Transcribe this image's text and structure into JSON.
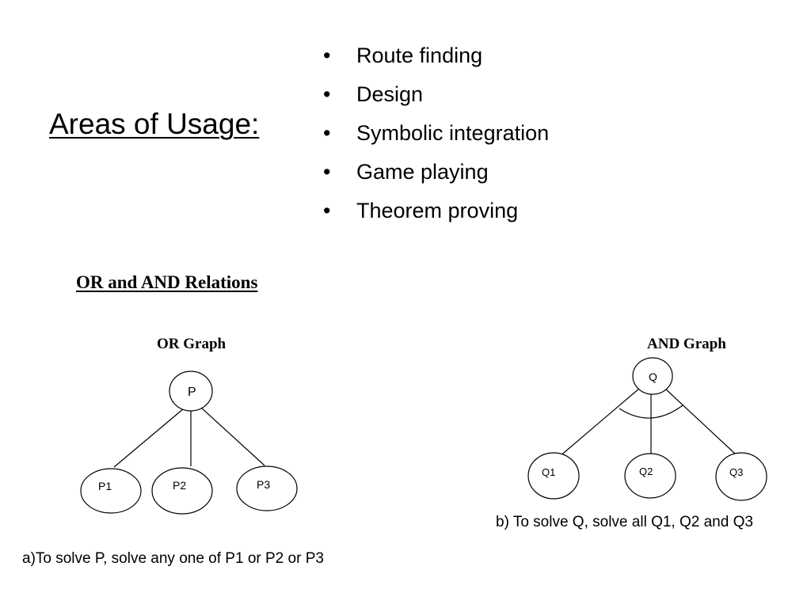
{
  "slide": {
    "title": "Areas of Usage:",
    "bullet_symbol": "•",
    "bullets": [
      "Route finding",
      "Design",
      "Symbolic integration",
      "Game playing",
      "Theorem proving"
    ],
    "section_heading": "OR and AND Relations"
  },
  "or_graph": {
    "title": "OR Graph",
    "root": "P",
    "children": [
      "P1",
      "P2",
      "P3"
    ],
    "caption": "a)To solve P, solve any one of P1 or P2 or P3"
  },
  "and_graph": {
    "title": "AND Graph",
    "root": "Q",
    "children": [
      "Q1",
      "Q2",
      "Q3"
    ],
    "caption": "b) To solve Q, solve all Q1, Q2 and Q3"
  }
}
